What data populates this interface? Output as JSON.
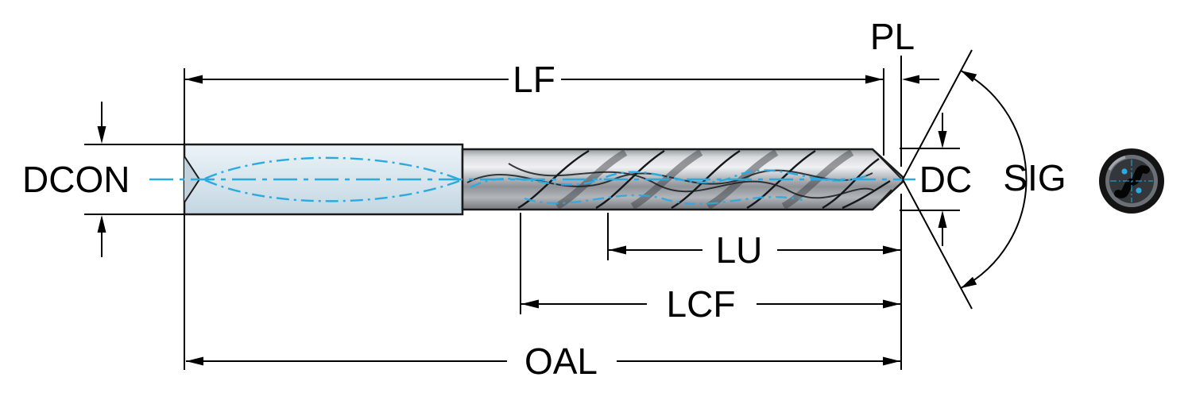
{
  "diagram": {
    "labels": {
      "lf": "LF",
      "pl": "PL",
      "dcon": "DCON",
      "dc": "DC",
      "sig": "SIG",
      "lu": "LU",
      "lcf": "LCF",
      "oal": "OAL"
    },
    "colors": {
      "dimension_line": "#000000",
      "coolant_blue": "#29abe2",
      "shank_fill": "#d9e6ee",
      "body_grey": "#a7abb0"
    }
  }
}
